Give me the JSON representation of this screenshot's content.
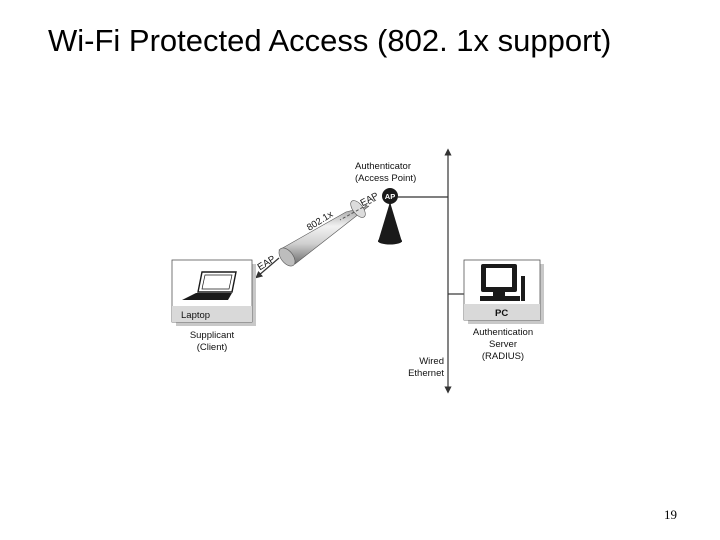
{
  "slide": {
    "title": "Wi-Fi Protected Access (802. 1x support)",
    "page_number": "19"
  },
  "diagram": {
    "authenticator": {
      "line1": "Authenticator",
      "line2": "(Access Point)"
    },
    "access_point_badge": "AP",
    "eap_near_ap": "EAP",
    "tunnel_label": "802.1x",
    "eap_near_laptop": "EAP",
    "laptop": {
      "box_label": "Laptop",
      "role_line1": "Supplicant",
      "role_line2": "(Client)"
    },
    "server": {
      "box_label": "PC",
      "role_line1": "Authentication",
      "role_line2": "Server",
      "role_line3": "(RADIUS)"
    },
    "network": {
      "line1": "Wired",
      "line2": "Ethernet"
    },
    "colors": {
      "line": "#333333",
      "tunnel_dark": "#8a8a8a",
      "tunnel_light": "#f2f2f2",
      "box_fill": "#ffffff",
      "box_shadow": "#c8c8c8",
      "label_strip": "#d9d9d9",
      "device_dark": "#1a1a1a"
    }
  }
}
